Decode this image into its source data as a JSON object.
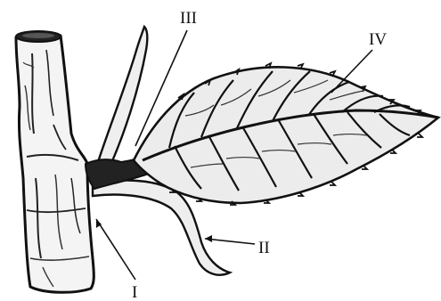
{
  "diagram": {
    "labels": {
      "label_1": "I",
      "label_2": "II",
      "label_3": "III",
      "label_4": "IV"
    },
    "parts": [
      "stem",
      "leaf-blade",
      "petiole",
      "stipule",
      "axillary-bud",
      "midrib",
      "leaf-veins"
    ]
  }
}
